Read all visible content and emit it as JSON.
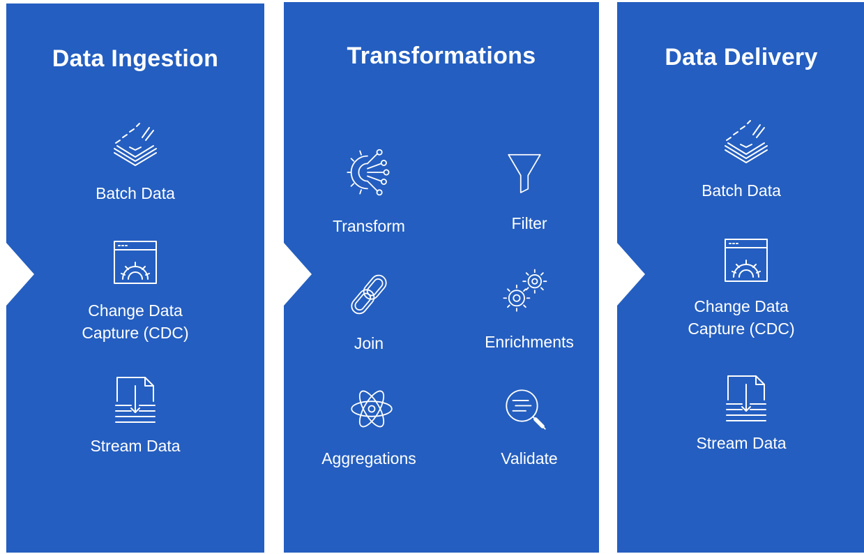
{
  "colors": {
    "panel": "#245ec0",
    "text": "#ffffff",
    "background": "#ffffff"
  },
  "panels": [
    {
      "title": "Data Ingestion",
      "items": [
        {
          "label": "Batch Data",
          "icon": "stacked-layers-icon"
        },
        {
          "label_lines": [
            "Change Data",
            "Capture (CDC)"
          ],
          "icon": "window-gear-icon"
        },
        {
          "label": "Stream Data",
          "icon": "stream-document-icon"
        }
      ]
    },
    {
      "title": "Transformations",
      "items": [
        {
          "label": "Transform",
          "icon": "gear-network-icon"
        },
        {
          "label": "Filter",
          "icon": "funnel-icon"
        },
        {
          "label": "Join",
          "icon": "chain-link-icon"
        },
        {
          "label": "Enrichments",
          "icon": "gears-icon"
        },
        {
          "label": "Aggregations",
          "icon": "atom-icon"
        },
        {
          "label": "Validate",
          "icon": "magnifier-icon"
        }
      ]
    },
    {
      "title": "Data Delivery",
      "items": [
        {
          "label": "Batch Data",
          "icon": "stacked-layers-icon"
        },
        {
          "label_lines": [
            "Change Data",
            "Capture (CDC)"
          ],
          "icon": "window-gear-icon"
        },
        {
          "label": "Stream Data",
          "icon": "stream-document-icon"
        }
      ]
    }
  ]
}
